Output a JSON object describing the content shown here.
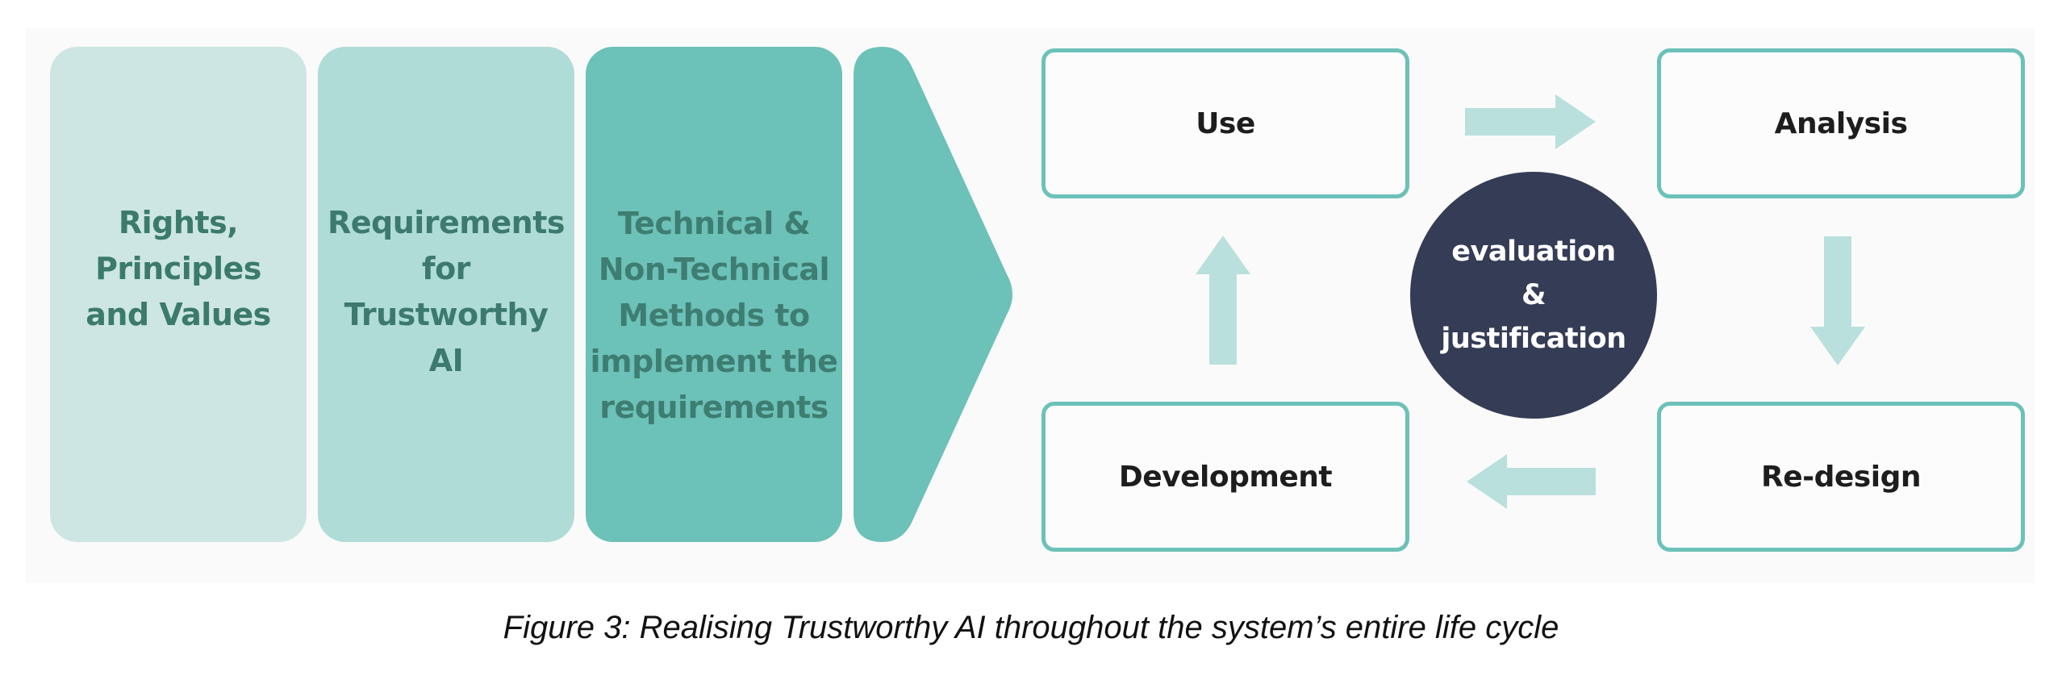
{
  "colors": {
    "column_light": "#cde6e3",
    "column_mid": "#b0dcd7",
    "column_dark": "#6cc1b8",
    "column_text": "#3b7a6c",
    "box_border": "#6cc1b8",
    "arrow_fill": "#b9e0dc",
    "circle_fill": "#353c55"
  },
  "columns": [
    {
      "label": "Rights,\nPrinciples\nand Values"
    },
    {
      "label": "Requirements\nfor\nTrustworthy\nAI"
    },
    {
      "label": "Technical &\nNon-Technical\nMethods to\nimplement the\nrequirements"
    }
  ],
  "cycle": {
    "use": "Use",
    "analysis": "Analysis",
    "redesign": "Re-design",
    "development": "Development",
    "center": "evaluation\n&\njustification"
  },
  "caption": "Figure 3: Realising Trustworthy AI throughout the system’s entire life cycle"
}
